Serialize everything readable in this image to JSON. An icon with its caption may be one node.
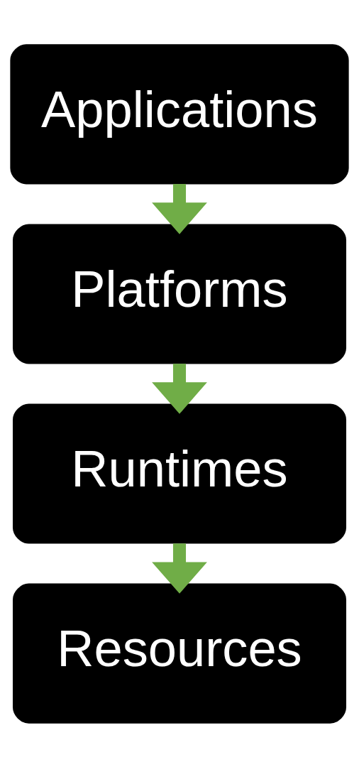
{
  "diagram": {
    "nodes": [
      {
        "text": [
          "Applications"
        ]
      },
      {
        "text": [
          "Platforms"
        ]
      },
      {
        "text": [
          "Runtimes"
        ]
      },
      {
        "text": [
          "Resources"
        ]
      }
    ],
    "edges": [
      {
        "from": 0,
        "to": 1,
        "arrow": "to"
      },
      {
        "from": 1,
        "to": 2,
        "arrow": "to"
      },
      {
        "from": 2,
        "to": 3,
        "arrow": "to"
      }
    ]
  }
}
